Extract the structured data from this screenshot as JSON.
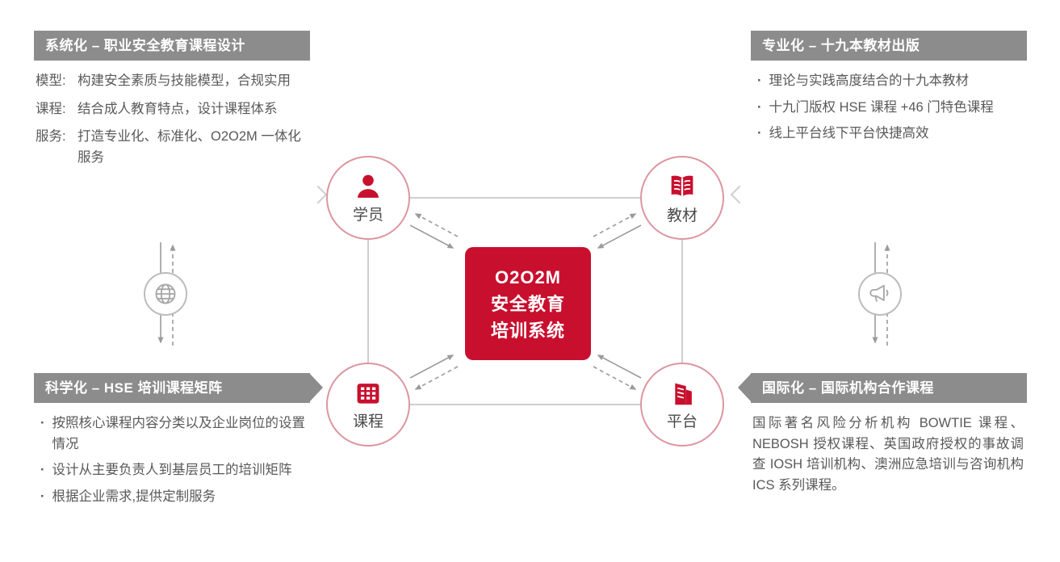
{
  "center": {
    "lines": [
      "O2O2M",
      "安全教育",
      "培训系统"
    ]
  },
  "nodes": {
    "student": {
      "label": "学员"
    },
    "material": {
      "label": "教材"
    },
    "course": {
      "label": "课程"
    },
    "platform": {
      "label": "平台"
    }
  },
  "boxes": {
    "top_left": {
      "title": "系统化 – 职业安全教育课程设计",
      "items": [
        {
          "label": "模型:",
          "text": "构建安全素质与技能模型，合规实用"
        },
        {
          "label": "课程:",
          "text": "结合成人教育特点，设计课程体系"
        },
        {
          "label": "服务:",
          "text": "打造专业化、标准化、O2O2M 一体化服务"
        }
      ]
    },
    "top_right": {
      "title": "专业化 – 十九本教材出版",
      "bullets": [
        "理论与实践高度结合的十九本教材",
        "十九门版权 HSE 课程 +46 门特色课程",
        "线上平台线下平台快捷高效"
      ]
    },
    "bottom_left": {
      "title": "科学化 – HSE 培训课程矩阵",
      "bullets": [
        "按照核心课程内容分类以及企业岗位的设置情况",
        "设计从主要负责人到基层员工的培训矩阵",
        "根据企业需求,提供定制服务"
      ]
    },
    "bottom_right": {
      "title": "国际化 – 国际机构合作课程",
      "text": "国际著名风险分析机构 BOWTIE 课程、NEBOSH 授权课程、英国政府授权的事故调查 IOSH 培训机构、澳洲应急培训与咨询机构 ICS 系列课程。"
    }
  },
  "icons": {
    "student": "person-icon",
    "material": "open-book-icon",
    "course": "grid-icon",
    "platform": "building-flag-icon",
    "left_link": "globe-icon",
    "right_link": "megaphone-icon"
  },
  "colors": {
    "accent_red": "#c8102e",
    "header_gray": "#8c8c8c",
    "line_gray": "#9b9b9b",
    "circle_border": "#dc96a0"
  }
}
